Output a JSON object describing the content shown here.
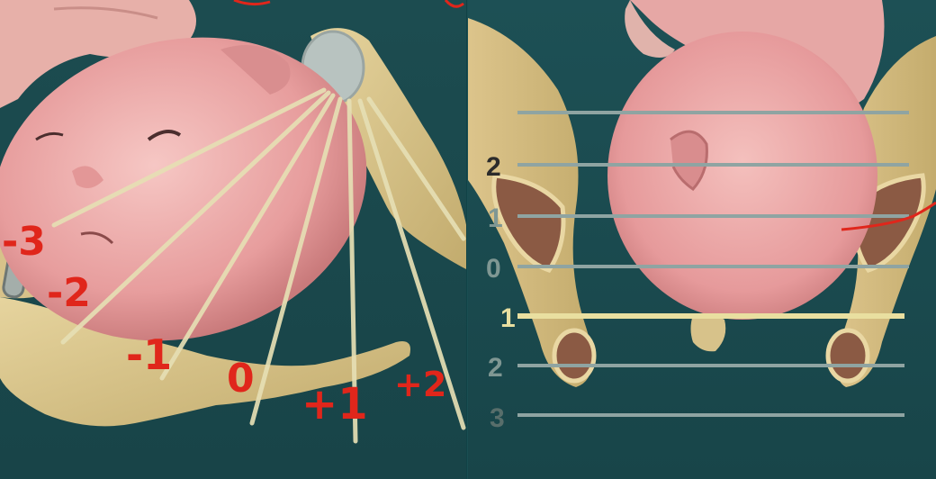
{
  "colors": {
    "background_teal": "#1d5257",
    "skin": "#e8a5a4",
    "bone": "#d9c48f",
    "annotation_red": "#e0261b",
    "station_line_grey": "#8fa4a2",
    "station_line_highlight": "#e9dfa0"
  },
  "left_panel": {
    "handwritten_station_labels": [
      "-3",
      "-2",
      "-1",
      "0",
      "+1",
      "+2"
    ]
  },
  "right_panel": {
    "station_labels": [
      "2",
      "1",
      "0",
      "1",
      "2",
      "3"
    ],
    "highlighted_station": "1"
  }
}
